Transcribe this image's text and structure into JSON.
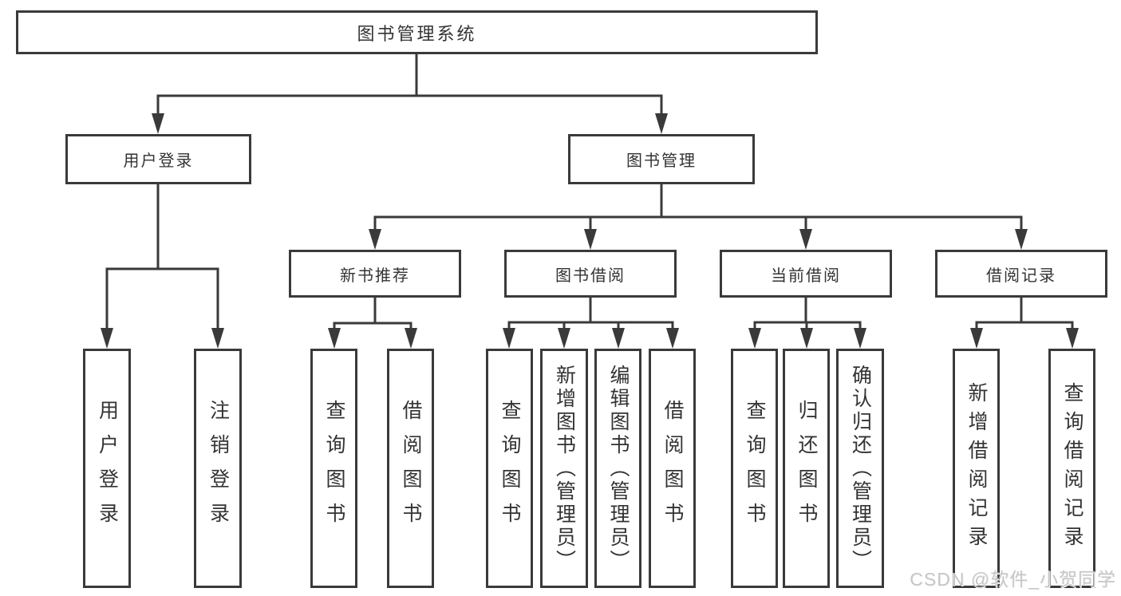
{
  "diagram": {
    "root": {
      "label": "图书管理系统"
    },
    "branches": [
      {
        "label": "用户登录",
        "children": [
          {
            "label": "用户登录"
          },
          {
            "label": "注销登录"
          }
        ]
      },
      {
        "label": "图书管理",
        "sections": [
          {
            "label": "新书推荐",
            "children": [
              {
                "label": "查询图书"
              },
              {
                "label": "借阅图书"
              }
            ]
          },
          {
            "label": "图书借阅",
            "children": [
              {
                "label": "查询图书"
              },
              {
                "label": "新增图书（管理员）"
              },
              {
                "label": "编辑图书（管理员）"
              },
              {
                "label": "借阅图书"
              }
            ]
          },
          {
            "label": "当前借阅",
            "children": [
              {
                "label": "查询图书"
              },
              {
                "label": "归还图书"
              },
              {
                "label": "确认归还（管理员）"
              }
            ]
          },
          {
            "label": "借阅记录",
            "children": [
              {
                "label": "新增借阅记录"
              },
              {
                "label": "查询借阅记录"
              }
            ]
          }
        ]
      }
    ]
  },
  "watermark": {
    "text": "CSDN @软件_小贺同学"
  },
  "colors": {
    "line": "#3a3a3a",
    "box_border": "#3a3a3a",
    "text": "#333333",
    "background": "#ffffff",
    "watermark": "#c6c6c6"
  }
}
